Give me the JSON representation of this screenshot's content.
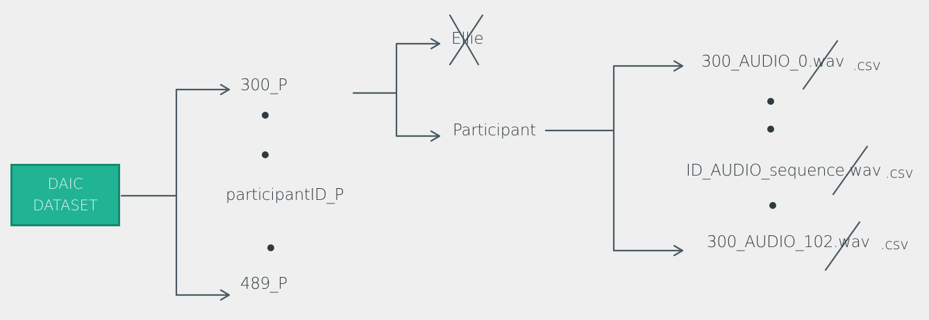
{
  "root": {
    "line1": "DAIC",
    "line2": "DATASET"
  },
  "participants": {
    "first": "300_P",
    "middle": "participantID_P",
    "last": "489_P"
  },
  "speakers": {
    "ellie": "Ellie",
    "participant": "Participant"
  },
  "files": {
    "first": "300_AUDIO_0.wav",
    "middle": "ID_AUDIO_sequence.wav",
    "last": "300_AUDIO_102.wav",
    "ext": ".csv"
  },
  "colors": {
    "line": "#4a5a62",
    "box_fill": "#20b394",
    "box_border": "#168a70",
    "dot": "#2f3a40"
  }
}
